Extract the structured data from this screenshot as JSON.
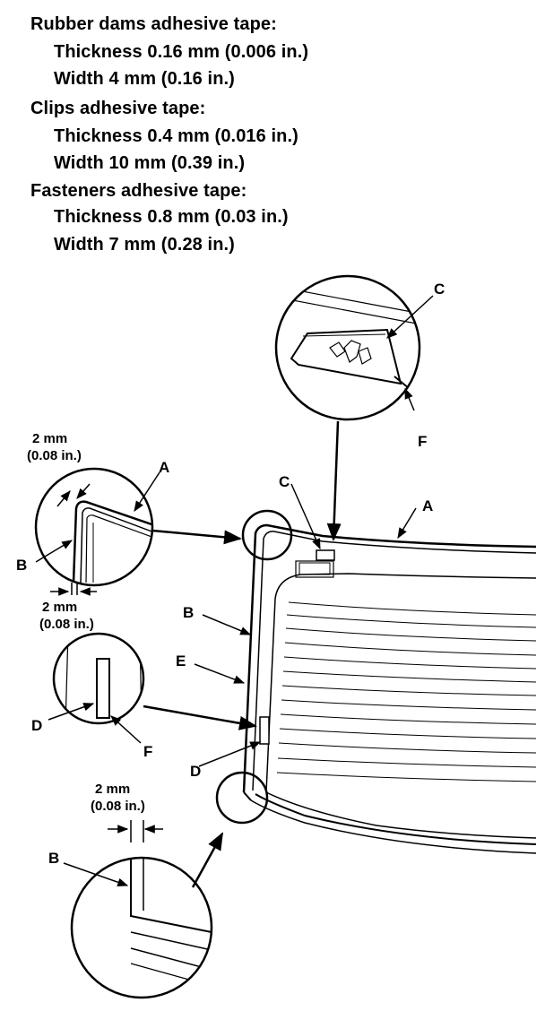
{
  "specs": {
    "rubber_dams": {
      "title": "Rubber dams adhesive tape:",
      "thickness": "Thickness 0.16 mm (0.006 in.)",
      "width": "Width 4 mm (0.16 in.)"
    },
    "clips": {
      "title": "Clips adhesive tape:",
      "thickness": "Thickness 0.4 mm (0.016 in.)",
      "width": "Width 10 mm (0.39 in.)"
    },
    "fasteners": {
      "title": "Fasteners adhesive tape:",
      "thickness": "Thickness 0.8 mm (0.03 in.)",
      "width": "Width 7 mm (0.28 in.)"
    }
  },
  "diagram": {
    "labels": {
      "a": "A",
      "b": "B",
      "c": "C",
      "d": "D",
      "e": "E",
      "f": "F"
    },
    "dimension": {
      "mm": "2 mm",
      "inch": "(0.08 in.)"
    }
  }
}
